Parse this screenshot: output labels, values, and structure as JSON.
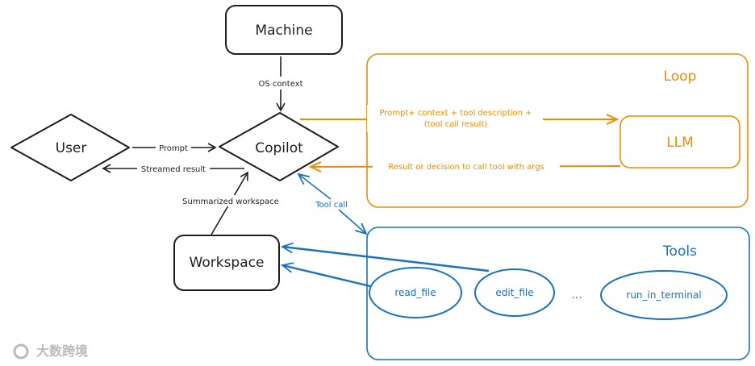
{
  "colors": {
    "black": "#1e1e1e",
    "orange": "#f08c00",
    "blue": "#1971c2",
    "watermark": "#bbbbbb"
  },
  "nodes": {
    "machine": "Machine",
    "user": "User",
    "copilot": "Copilot",
    "workspace": "Workspace",
    "llm": "LLM"
  },
  "groups": {
    "loop": "Loop",
    "tools": "Tools"
  },
  "tools": [
    "read_file",
    "edit_file",
    "...",
    "run_in_terminal"
  ],
  "edges": {
    "os_context": "OS context",
    "prompt": "Prompt",
    "streamed_result": "Streamed result",
    "summarized_workspace": "Summarized workspace",
    "tool_call": "Tool call",
    "to_llm_line1": "Prompt+ context + tool description +",
    "to_llm_line2": "(tool call result)",
    "from_llm": "Result or decision to call tool with args"
  },
  "watermark": "大数跨境"
}
